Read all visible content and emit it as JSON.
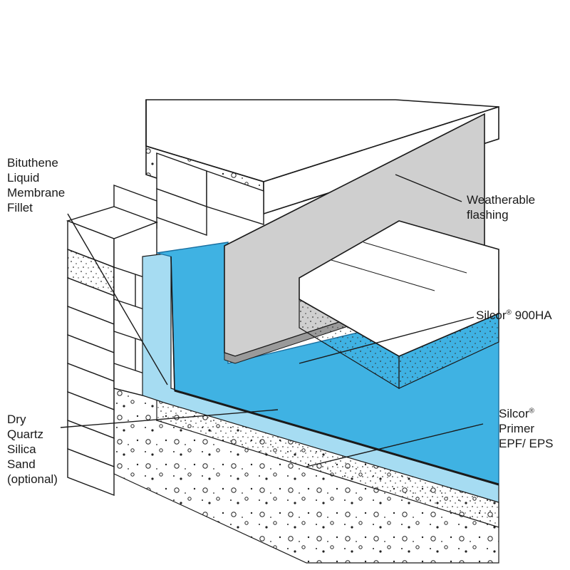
{
  "colors": {
    "membrane": "#3fb2e3",
    "membrane_edge": "#1a6fa0",
    "primer": "#a6dcf2",
    "flashing": "#cfcfcf",
    "line": "#1a1a1a",
    "background": "#ffffff"
  },
  "labels": {
    "fillet": [
      "Bituthene",
      "Liquid",
      "Membrane",
      "Fillet"
    ],
    "flashing": [
      "Weatherable",
      "flashing"
    ],
    "silcor900": {
      "brand": "Silcor",
      "mark": "®",
      "product": " 900HA"
    },
    "primer": {
      "brand": "Silcor",
      "mark": "®",
      "lines": [
        "Primer",
        "EPF/ EPS"
      ]
    },
    "sand": [
      "Dry",
      "Quartz",
      "Silica",
      "Sand",
      "(optional)"
    ]
  }
}
